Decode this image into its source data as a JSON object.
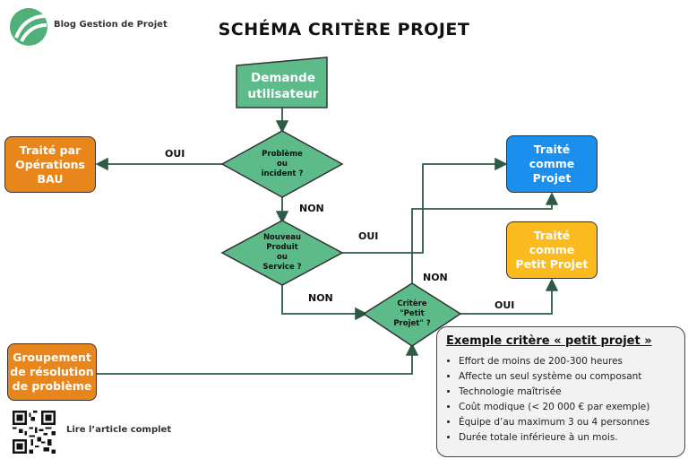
{
  "brand": {
    "name": "Blog Gestion de Projet"
  },
  "title": "SCHÉMA CRITÈRE PROJET",
  "nodes": {
    "demande": "Demande\nutilisateur",
    "probleme": "Problème\nou\nincident ?",
    "nouveau": "Nouveau\nProduit\nou\nService ?",
    "critere": "Critère\n\"Petit\nProjet\" ?",
    "bau": "Traité par\nOpérations\nBAU",
    "projet": "Traité\ncomme\nProjet",
    "petit_projet": "Traité\ncomme\nPetit Projet",
    "groupement": "Groupement\nde résolution\nde problème"
  },
  "edge_labels": {
    "oui_bau": "OUI",
    "non_nouveau": "NON",
    "oui_projet": "OUI",
    "non_critere": "NON",
    "non_from_critere": "NON",
    "oui_petit": "OUI"
  },
  "panel": {
    "title": "Exemple critère « petit projet »",
    "items": [
      "Effort de moins de 200-300 heures",
      "Affecte un seul système ou composant",
      "Technologie maîtrisée",
      "Coût modique (< 20 000 € par exemple)",
      "Équipe d’au maximum 3 ou 4 personnes",
      "Durée totale inférieure à un mois."
    ]
  },
  "footer": {
    "article_link": "Lire l’article complet"
  },
  "colors": {
    "green": "#5dbb8a",
    "orange": "#e8861c",
    "blue": "#1a8fee",
    "yellow": "#fbbb1e",
    "line": "#2e5a46"
  },
  "icons": {
    "logo": "leaf-logo-icon",
    "qr": "qr-code-icon"
  }
}
